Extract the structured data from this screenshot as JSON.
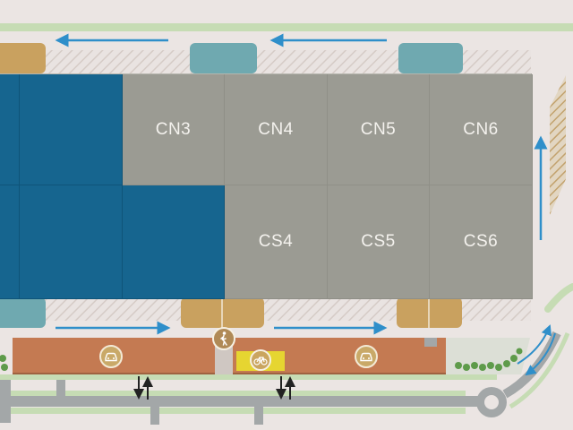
{
  "map": {
    "blocks": [
      {
        "id": "cn1",
        "label": "",
        "status": "occupied"
      },
      {
        "id": "cn2",
        "label": "",
        "status": "occupied"
      },
      {
        "id": "cn3",
        "label": "CN3",
        "status": "available"
      },
      {
        "id": "cn4",
        "label": "CN4",
        "status": "available"
      },
      {
        "id": "cn5",
        "label": "CN5",
        "status": "available"
      },
      {
        "id": "cn6",
        "label": "CN6",
        "status": "available"
      },
      {
        "id": "cs1",
        "label": "",
        "status": "occupied"
      },
      {
        "id": "cs2",
        "label": "",
        "status": "occupied"
      },
      {
        "id": "cs3",
        "label": "",
        "status": "occupied"
      },
      {
        "id": "cs4",
        "label": "CS4",
        "status": "available"
      },
      {
        "id": "cs5",
        "label": "CS5",
        "status": "available"
      },
      {
        "id": "cs6",
        "label": "CS6",
        "status": "available"
      }
    ],
    "icons": [
      "car-parking-icon",
      "pedestrian-icon",
      "bicycle-parking-icon",
      "car-parking-icon",
      "two-way-traffic-icon",
      "one-way-arrow-icon"
    ],
    "colors": {
      "background": "#ebe5e3",
      "occupied": "#16658f",
      "available": "#9b9b93",
      "parking": "#c47a52",
      "loading_dock": "#c9a15f",
      "teal_dock": "#6fa9b0",
      "road": "#a3a7a8",
      "green": "#9cc38a",
      "arrow": "#2f8fca",
      "bike_zone": "#e6d531"
    }
  }
}
